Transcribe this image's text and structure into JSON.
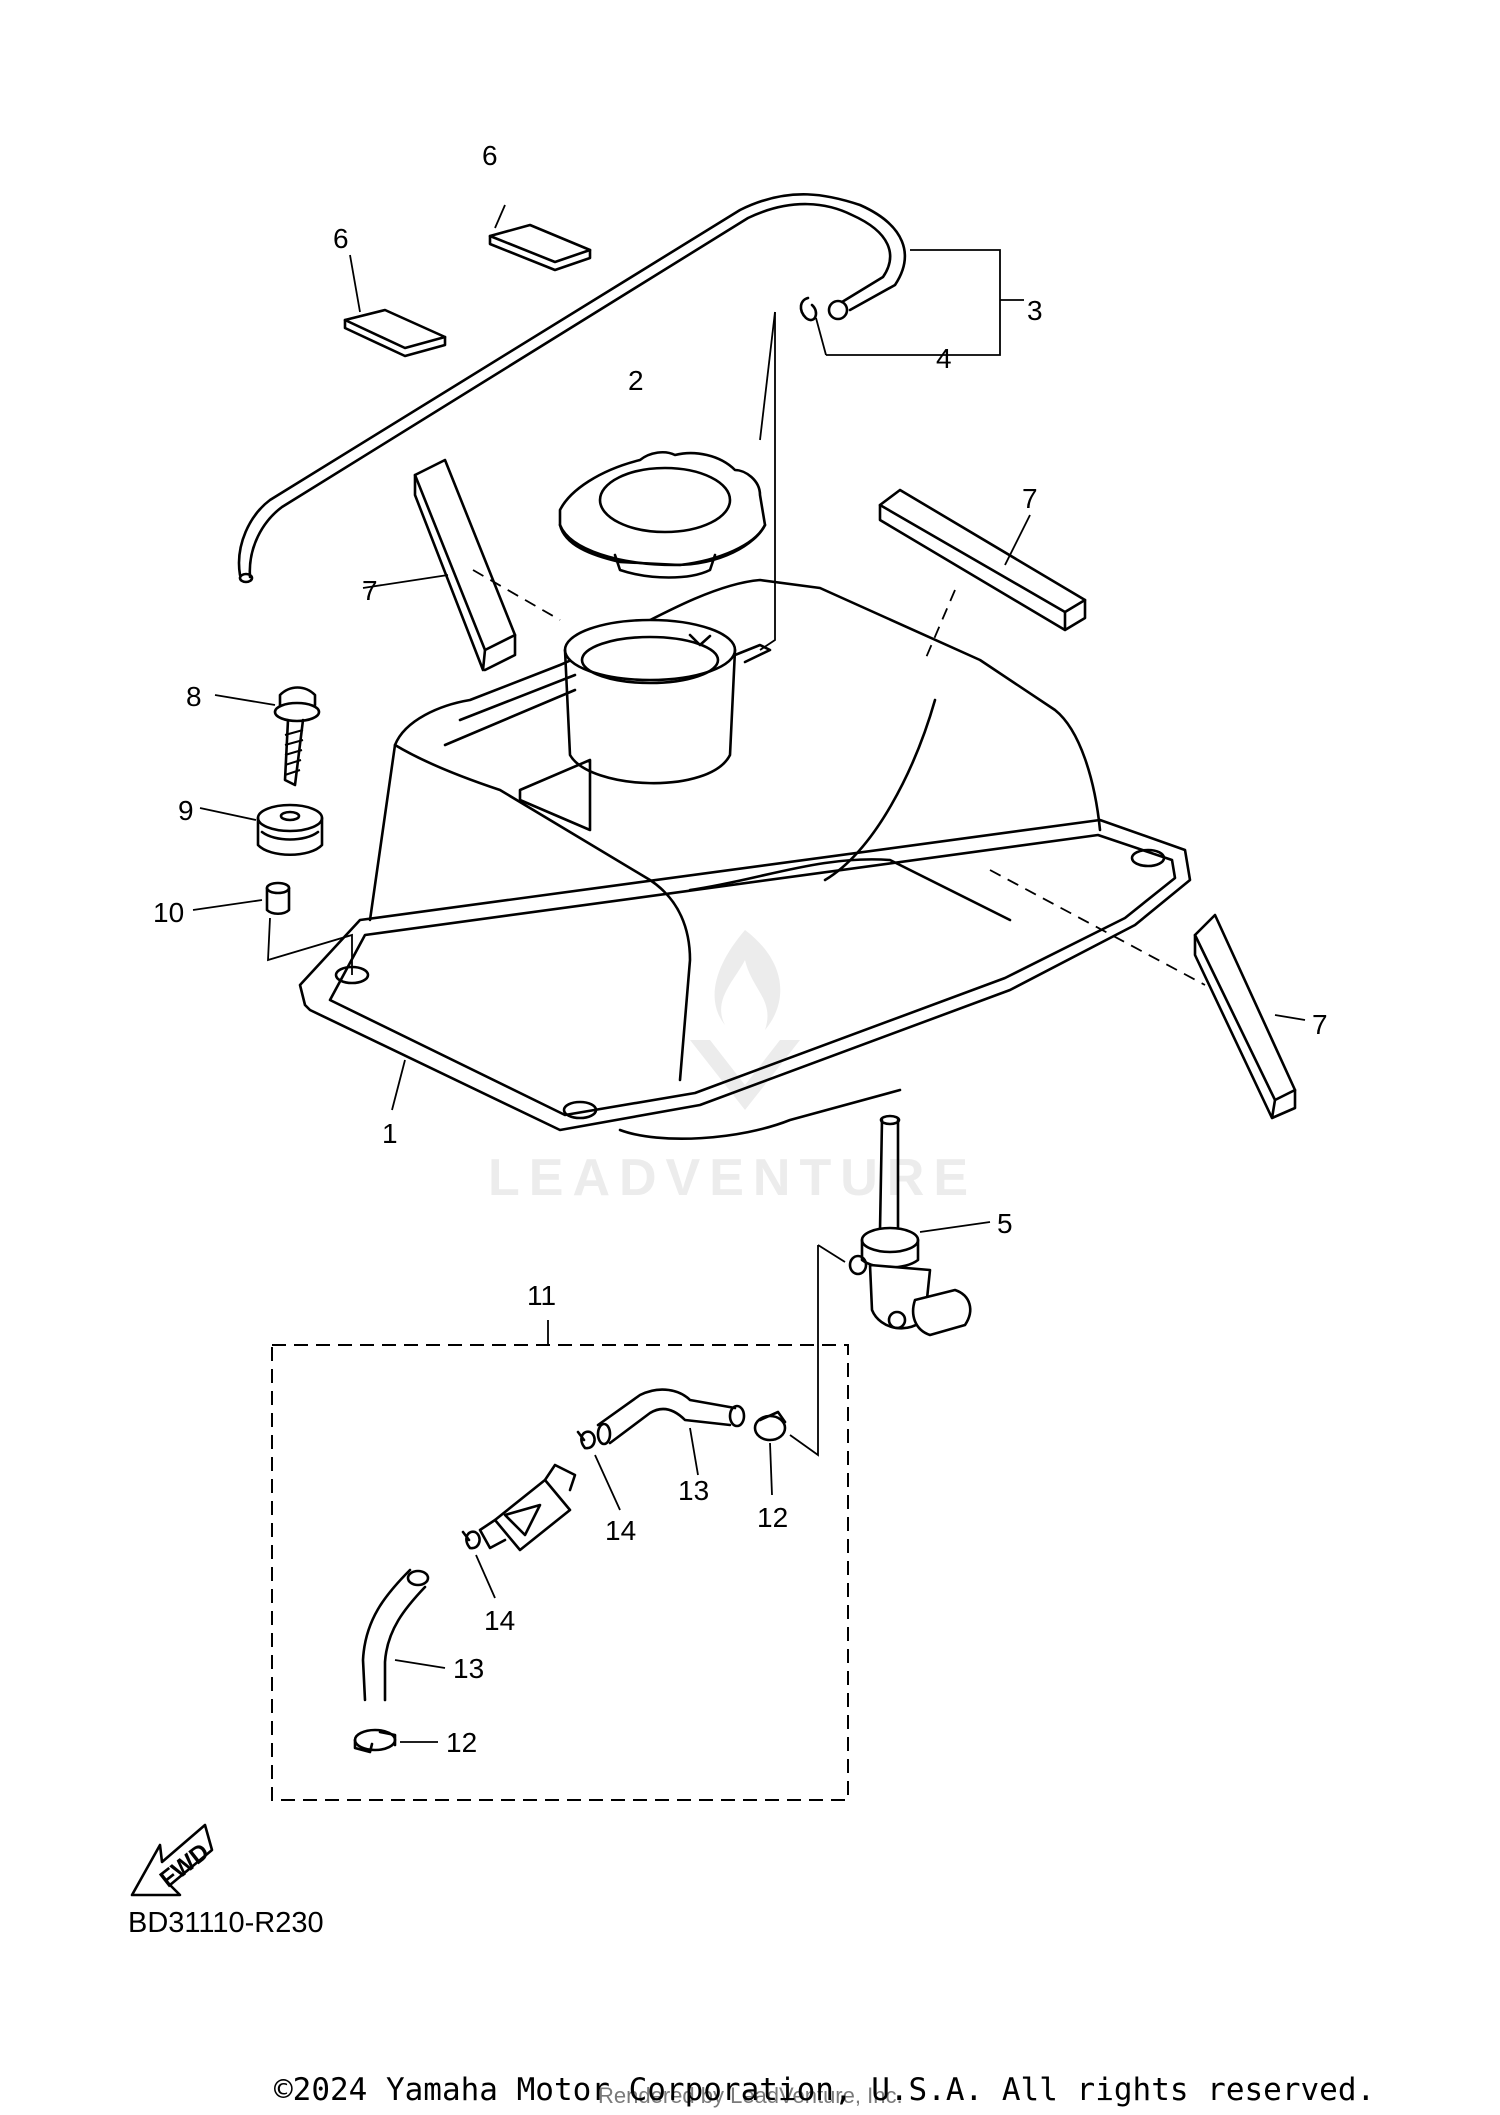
{
  "diagram": {
    "callouts": {
      "c1": "1",
      "c2": "2",
      "c3": "3",
      "c4": "4",
      "c5": "5",
      "c6a": "6",
      "c6b": "6",
      "c7a": "7",
      "c7b": "7",
      "c7c": "7",
      "c8": "8",
      "c9": "9",
      "c10": "10",
      "c11": "11",
      "c12a": "12",
      "c12b": "12",
      "c13a": "13",
      "c13b": "13",
      "c14a": "14",
      "c14b": "14"
    },
    "fwd_label": "FWD",
    "reference_code": "BD31110-R230",
    "watermark": "LEADVENTURE",
    "copyright": "©2024 Yamaha Motor Corporation, U.S.A. All rights reserved.",
    "rendered_by": "Rendered by LeadVenture, Inc."
  }
}
